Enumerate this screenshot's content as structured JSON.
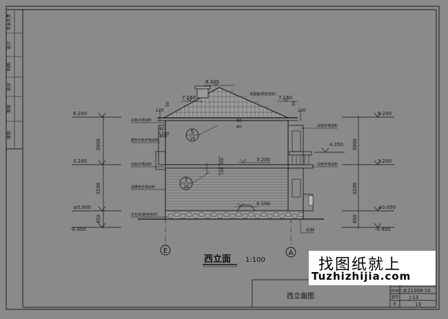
{
  "title_block": {
    "side_labels": [
      "审批",
      "审核",
      "设计",
      "制图",
      "校对",
      "专业负责"
    ],
    "sheet_title": "西立面图",
    "drawing_number_label": "图纸编号",
    "drawing_number": "水21308-10",
    "sheet_label": "图号",
    "sheet_number": "J-13",
    "page_label": "页",
    "page_number": "13"
  },
  "drawing": {
    "view_title": "西立面",
    "scale": "1:100",
    "axis_left": "E",
    "axis_right": "A",
    "levels_left": [
      "6.200",
      "3.200",
      "±0.000",
      "-0.450"
    ],
    "levels_right": [
      "6.200",
      "4.250",
      "3.200",
      "±0.000",
      "-0.450"
    ],
    "level_ridge": "8.335",
    "level_mid": "3.200",
    "level_base": "0.100",
    "slope_left": "7.160",
    "slope_right": "7.160",
    "dims_left": [
      "3000",
      "3200",
      "450"
    ],
    "dims_right": [
      "3000",
      "3200",
      "450"
    ],
    "dim_eave": "220",
    "dim_eave_right": "220",
    "dim_50": "50",
    "dim_80": "80",
    "dim_1200": "1200",
    "dim_400": "400",
    "dim_200": "200",
    "dim_100": "100",
    "dim_80b": "80",
    "dim_80c": "80",
    "notes_left": [
      "白色外墙涂料",
      "磨浆白色外墙涂料",
      "白色外墙涂料",
      "浅黄色外墙涂料",
      "文化石(颜色自定)"
    ],
    "note_roof": "瓦屋面(颜色自定)",
    "note_right_1": "白色外墙涂料",
    "note_right_2": "白色外墙涂料",
    "note_stone": "石材",
    "detail_1": {
      "top": "5",
      "bottom": "19"
    },
    "detail_2": {
      "top": "7",
      "bottom": "19"
    }
  },
  "watermark": {
    "line1": "找图纸就上",
    "line2": "Tuzhizhijia.com"
  }
}
